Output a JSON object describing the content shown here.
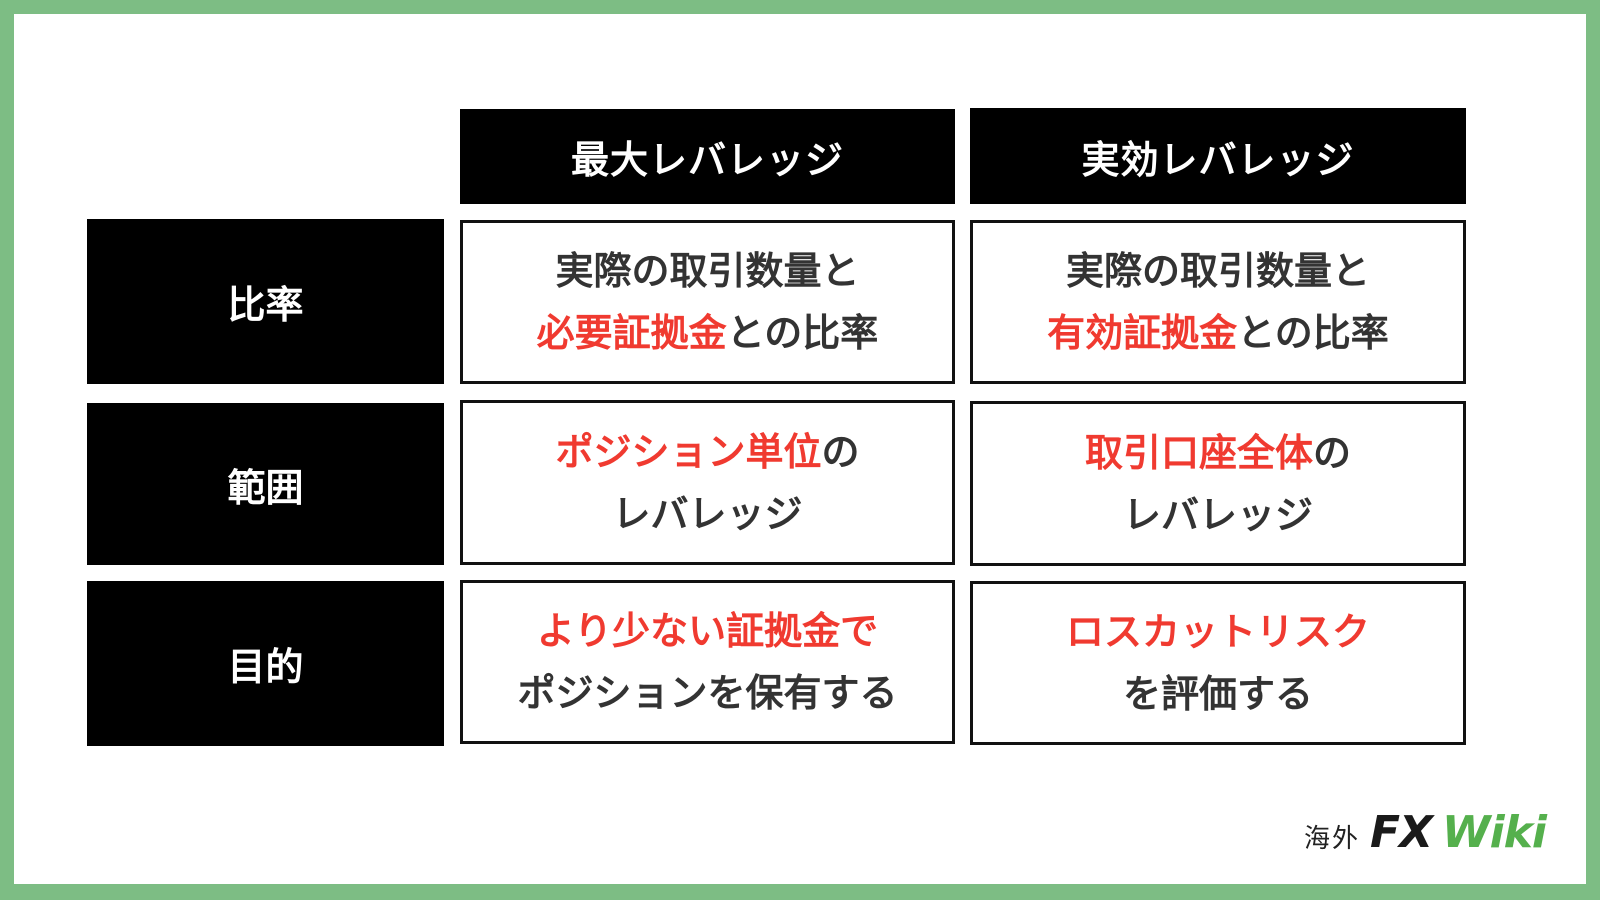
{
  "columns": {
    "max_leverage": "最大レバレッジ",
    "effective_leverage": "実効レバレッジ"
  },
  "rows": {
    "ratio": {
      "label": "比率",
      "max_line1": "実際の取引数量と",
      "max_line2_red": "必要証拠金",
      "max_line2_rest": "との比率",
      "eff_line1": "実際の取引数量と",
      "eff_line2_red": "有効証拠金",
      "eff_line2_rest": "との比率"
    },
    "scope": {
      "label": "範囲",
      "max_line1_red": "ポジション単位",
      "max_line1_rest": "の",
      "max_line2": "レバレッジ",
      "eff_line1_red": "取引口座全体",
      "eff_line1_rest": "の",
      "eff_line2": "レバレッジ"
    },
    "purpose": {
      "label": "目的",
      "max_line1_red": "より少ない証拠金で",
      "max_line2": "ポジションを保有する",
      "eff_line1_red": "ロスカットリスク",
      "eff_line2": "を評価する"
    }
  },
  "logo": {
    "jp": "海外",
    "fx": "FX",
    "wiki": "Wiki"
  },
  "colors": {
    "background": "#7dbd84",
    "header": "#000000",
    "highlight": "#f03a30",
    "logo_accent": "#55b04d"
  }
}
